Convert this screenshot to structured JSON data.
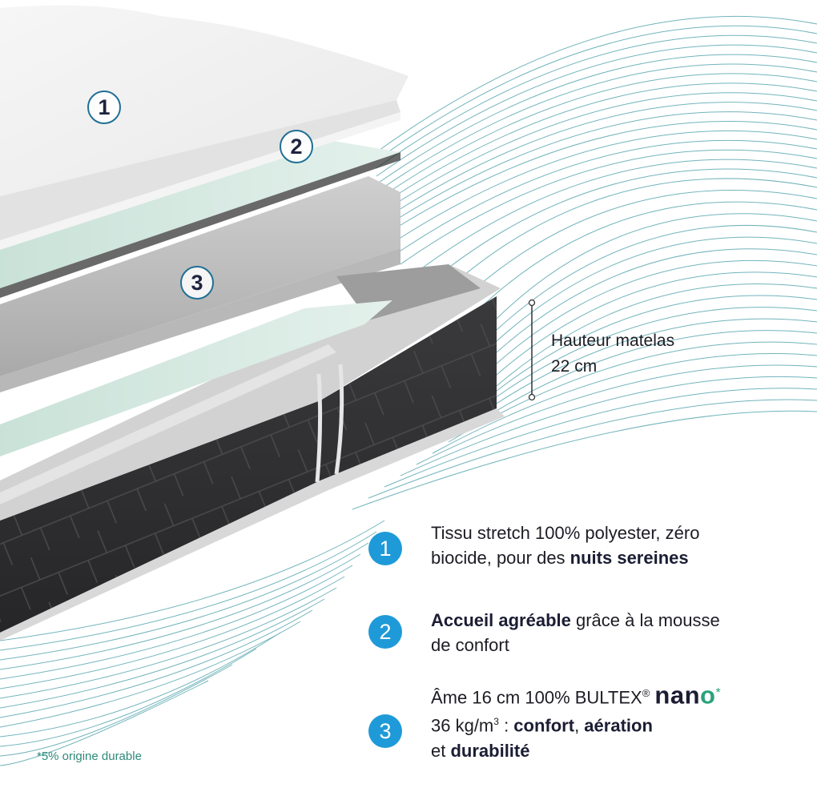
{
  "diagram": {
    "subject": "mattress cross-section",
    "layer_callouts": [
      {
        "number": "1",
        "target": "top fabric layer"
      },
      {
        "number": "2",
        "target": "comfort foam layer"
      },
      {
        "number": "3",
        "target": "core foam layer"
      }
    ]
  },
  "height_annotation": {
    "label": "Hauteur matelas",
    "value": "22 cm"
  },
  "features": [
    {
      "number": "1",
      "line1_normal": "Tissu stretch 100% polyester, zéro",
      "line2_normal": "biocide, pour des ",
      "line2_bold": "nuits sereines"
    },
    {
      "number": "2",
      "line1_bold": "Accueil agréable",
      "line1_normal": " grâce à la mousse",
      "line2_normal": "de confort"
    },
    {
      "number": "3",
      "line1_normal": "Âme 16 cm 100% BULTEX",
      "registered": "®",
      "brand_prefix": "nan",
      "brand_suffix": "o",
      "asterisk": "*",
      "line2_normal": "36 kg/m",
      "line2_sup": "3",
      "line2_sep": " : ",
      "line2_bold_a": "confort",
      "line2_comma": ", ",
      "line2_bold_b": "aération",
      "line3_normal": "et ",
      "line3_bold": "durabilité"
    }
  ],
  "footnote": "*5% origine durable",
  "colors": {
    "badge_blue": "#1f9ad8",
    "callout_ring": "#1f6f95",
    "nano_green": "#2aa27a",
    "wave_lines": "#5aa7b0",
    "cover_dark": "#2f2f31",
    "comfort_green": "#d3e8df"
  }
}
